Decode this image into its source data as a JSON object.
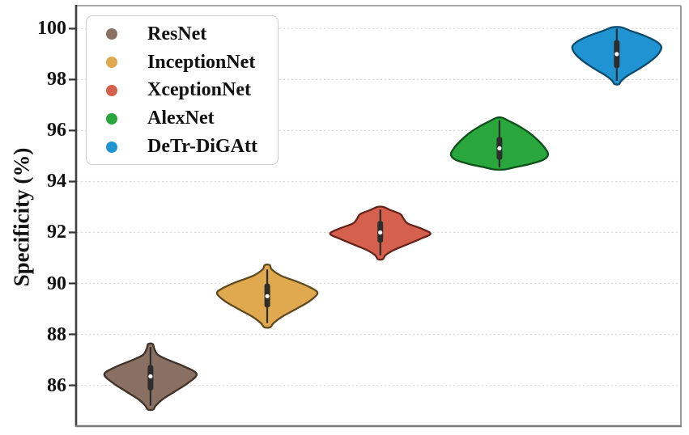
{
  "chart_data": {
    "type": "violin",
    "title": "",
    "xlabel": "",
    "ylabel": "Specificity (%)",
    "yticks": [
      100,
      98,
      96,
      94,
      92,
      90,
      88,
      86
    ],
    "ylim": [
      84.4,
      100.9
    ],
    "grid": "horizontal-dashed-light-gray",
    "legend_position": "upper-left",
    "legend_border_color": "#cccccc",
    "series": [
      {
        "name": "ResNet",
        "color": "#8a7062",
        "edge_color": "#3f3228",
        "x_frac": 0.123,
        "hw": 57,
        "median": 86.35,
        "q1": 85.8,
        "q3": 86.8,
        "whisker_low": 85.2,
        "whisker_high": 87.5,
        "min": 85.0,
        "max": 87.65,
        "profile": [
          [
            87.62,
            0.05
          ],
          [
            87.45,
            0.08
          ],
          [
            87.2,
            0.16
          ],
          [
            87.0,
            0.38
          ],
          [
            86.75,
            0.72
          ],
          [
            86.45,
            1.0
          ],
          [
            86.1,
            0.82
          ],
          [
            85.75,
            0.52
          ],
          [
            85.45,
            0.26
          ],
          [
            85.2,
            0.11
          ],
          [
            85.05,
            0.06
          ]
        ]
      },
      {
        "name": "InceptionNet",
        "color": "#e0a84f",
        "edge_color": "#5e4a20",
        "x_frac": 0.316,
        "hw": 62,
        "median": 89.5,
        "q1": 89.05,
        "q3": 90.0,
        "whisker_low": 88.45,
        "whisker_high": 90.55,
        "min": 88.25,
        "max": 90.72,
        "profile": [
          [
            90.72,
            0.05
          ],
          [
            90.55,
            0.09
          ],
          [
            90.3,
            0.28
          ],
          [
            90.05,
            0.62
          ],
          [
            89.8,
            0.9
          ],
          [
            89.6,
            1.0
          ],
          [
            89.3,
            0.84
          ],
          [
            89.0,
            0.58
          ],
          [
            88.7,
            0.3
          ],
          [
            88.45,
            0.13
          ],
          [
            88.28,
            0.06
          ]
        ]
      },
      {
        "name": "XceptionNet",
        "color": "#d6604e",
        "edge_color": "#64241c",
        "x_frac": 0.503,
        "hw": 62,
        "median": 92.0,
        "q1": 91.6,
        "q3": 92.45,
        "whisker_low": 91.1,
        "whisker_high": 92.9,
        "min": 90.95,
        "max": 93.0,
        "profile": [
          [
            93.0,
            0.06
          ],
          [
            92.88,
            0.2
          ],
          [
            92.72,
            0.4
          ],
          [
            92.55,
            0.46
          ],
          [
            92.35,
            0.55
          ],
          [
            92.15,
            0.82
          ],
          [
            91.95,
            1.0
          ],
          [
            91.75,
            0.8
          ],
          [
            91.5,
            0.5
          ],
          [
            91.3,
            0.26
          ],
          [
            91.1,
            0.1
          ],
          [
            90.95,
            0.05
          ]
        ]
      },
      {
        "name": "AlexNet",
        "color": "#29a73d",
        "edge_color": "#0e4f1c",
        "x_frac": 0.7,
        "hw": 60,
        "median": 95.3,
        "q1": 94.85,
        "q3": 95.75,
        "whisker_low": 94.55,
        "whisker_high": 96.4,
        "min": 94.47,
        "max": 96.5,
        "profile": [
          [
            96.5,
            0.06
          ],
          [
            96.35,
            0.22
          ],
          [
            96.15,
            0.42
          ],
          [
            95.9,
            0.62
          ],
          [
            95.6,
            0.8
          ],
          [
            95.3,
            0.94
          ],
          [
            95.05,
            1.0
          ],
          [
            94.85,
            0.9
          ],
          [
            94.68,
            0.62
          ],
          [
            94.55,
            0.3
          ],
          [
            94.47,
            0.1
          ]
        ]
      },
      {
        "name": "DeTr-DiGAtt",
        "color": "#2094d3",
        "edge_color": "#0d4a6b",
        "x_frac": 0.894,
        "hw": 55,
        "median": 99.0,
        "q1": 98.45,
        "q3": 99.55,
        "whisker_low": 97.95,
        "whisker_high": 100.0,
        "min": 97.82,
        "max": 100.05,
        "profile": [
          [
            100.05,
            0.1
          ],
          [
            99.92,
            0.3
          ],
          [
            99.72,
            0.62
          ],
          [
            99.5,
            0.88
          ],
          [
            99.28,
            1.0
          ],
          [
            99.0,
            0.93
          ],
          [
            98.7,
            0.74
          ],
          [
            98.4,
            0.48
          ],
          [
            98.15,
            0.24
          ],
          [
            97.95,
            0.1
          ],
          [
            97.82,
            0.05
          ]
        ]
      }
    ],
    "style": {
      "gridline_color": "#d9d9d9",
      "spine_left_color": "#3f3f3f",
      "spine_bottom_color": "#7a7a7a",
      "spine_top_color": "#a6a6a6",
      "spine_right_color": "#9a9a9a",
      "box_color": "#2d2d2d",
      "median_dot_color": "#ffffff",
      "text_color": "#111111"
    }
  }
}
